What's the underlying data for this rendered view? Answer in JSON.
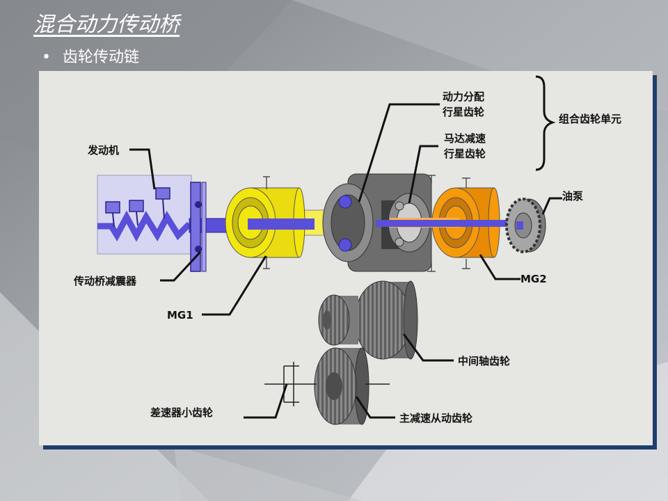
{
  "title": "混合动力传动桥",
  "bullet": "齿轮传动链",
  "labels": {
    "engine": "发动机",
    "damper": "传动桥减震器",
    "mg1": "MG1",
    "power_split_1": "动力分配",
    "power_split_2": "行星齿轮",
    "motor_reduction_1": "马达减速",
    "motor_reduction_2": "行星齿轮",
    "compound_unit": "组合齿轮单元",
    "oil_pump": "油泵",
    "mg2": "MG2",
    "counter_gear": "中间轴齿轮",
    "diff_pinion": "差速器小齿轮",
    "final_driven": "主减速从动齿轮"
  },
  "colors": {
    "mg1": "#f2e60f",
    "mg2": "#f79a0a",
    "shaft": "#5a4fd8",
    "dark_frame": "#1f3e6e"
  }
}
